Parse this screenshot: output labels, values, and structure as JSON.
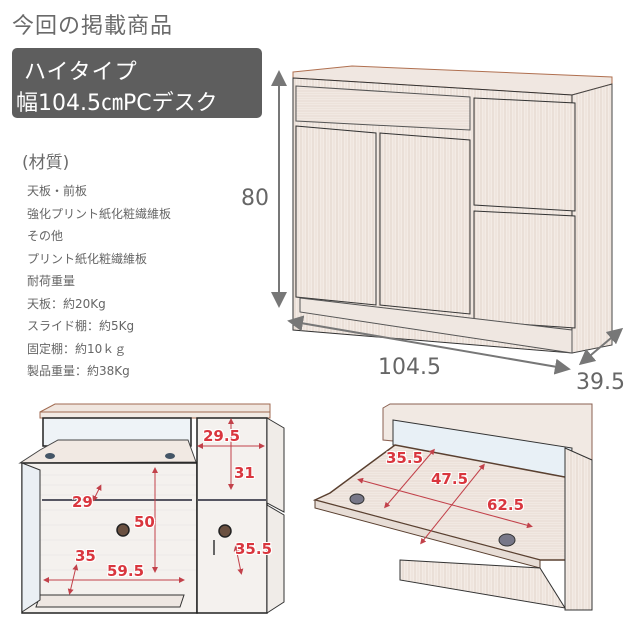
{
  "heading": "今回の掲載商品",
  "product_badge": {
    "line1": "ハイタイプ",
    "line2": "幅104.5㎝PCデスク",
    "bg_color": "#5e5e5e"
  },
  "materials": {
    "title": "(材質)",
    "items": [
      "天板・前板",
      "強化プリント紙化粧繊維板",
      "その他",
      "プリント紙化粧繊維板",
      "耐荷重量",
      "天板：約20Kg",
      "スライド棚：約5Kg",
      "固定棚：約10ｋｇ",
      "製品重量：約38Kg"
    ]
  },
  "main_dimensions": {
    "height": "80",
    "width": "104.5",
    "depth": "39.5"
  },
  "interior_dimensions": {
    "color": "#d9363e",
    "left_cabinet": {
      "shelf_depth": "29",
      "inner_height": "50",
      "bottom_depth": "35",
      "inner_width": "59.5"
    },
    "right_cabinet": {
      "upper_width": "29.5",
      "upper_height": "31",
      "lower_depth": "35.5"
    },
    "slide_shelf": {
      "depth": "35.5",
      "inner_depth": "47.5",
      "width": "62.5"
    }
  }
}
